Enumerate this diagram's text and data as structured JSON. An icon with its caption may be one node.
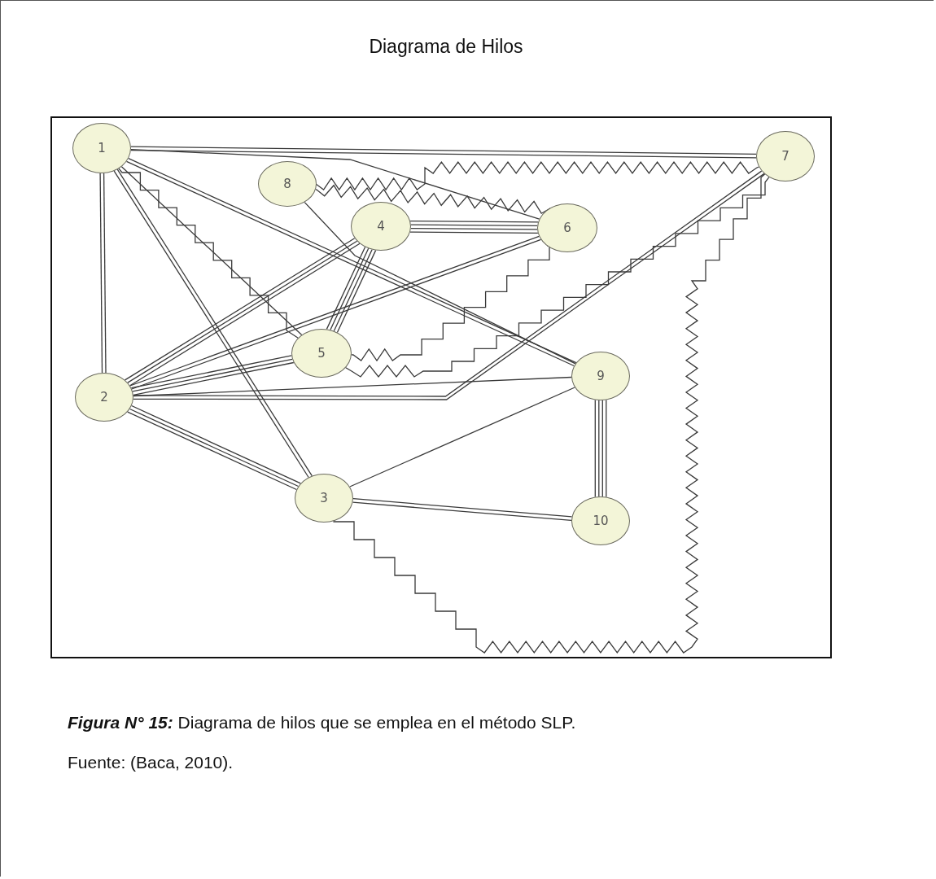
{
  "diagram": {
    "title": "Diagrama de Hilos",
    "caption": "**Figura N° 15:** Diagrama de hilos que se emplea en el método SLP.",
    "nodes": [
      {
        "text": [
          "1"
        ]
      },
      {
        "text": [
          "8"
        ]
      },
      {
        "text": [
          "4"
        ]
      },
      {
        "text": [
          "6"
        ]
      },
      {
        "text": [
          "7"
        ]
      },
      {
        "text": [
          "5"
        ]
      },
      {
        "text": [
          "9"
        ]
      },
      {
        "text": [
          "2"
        ]
      },
      {
        "text": [
          "3"
        ]
      },
      {
        "text": [
          "10"
        ]
      }
    ],
    "edges": [
      {
        "from": 0,
        "to": 4,
        "arrow": "none"
      },
      {
        "from": 0,
        "to": 4,
        "arrow": "none"
      },
      {
        "from": 0,
        "to": 3,
        "arrow": "none"
      },
      {
        "from": 0,
        "to": 7,
        "arrow": "none"
      },
      {
        "from": 0,
        "to": 7,
        "arrow": "none"
      },
      {
        "from": 0,
        "to": 8,
        "arrow": "none"
      },
      {
        "from": 0,
        "to": 8,
        "arrow": "none"
      },
      {
        "from": 0,
        "to": 5,
        "arrow": "none"
      },
      {
        "from": 0,
        "to": 6,
        "arrow": "none"
      },
      {
        "from": 0,
        "to": 6,
        "arrow": "none"
      },
      {
        "from": 0,
        "to": 5,
        "arrow": "none"
      },
      {
        "from": 1,
        "to": 4,
        "arrow": "none"
      },
      {
        "from": 1,
        "to": 3,
        "arrow": "none"
      },
      {
        "from": 1,
        "to": 6,
        "arrow": "none"
      },
      {
        "from": 2,
        "to": 3,
        "arrow": "none"
      },
      {
        "from": 2,
        "to": 3,
        "arrow": "none"
      },
      {
        "from": 2,
        "to": 3,
        "arrow": "none"
      },
      {
        "from": 2,
        "to": 3,
        "arrow": "none"
      },
      {
        "from": 2,
        "to": 5,
        "arrow": "none"
      },
      {
        "from": 2,
        "to": 5,
        "arrow": "none"
      },
      {
        "from": 2,
        "to": 5,
        "arrow": "none"
      },
      {
        "from": 2,
        "to": 5,
        "arrow": "none"
      },
      {
        "from": 7,
        "to": 2,
        "arrow": "none"
      },
      {
        "from": 7,
        "to": 2,
        "arrow": "none"
      },
      {
        "from": 7,
        "to": 2,
        "arrow": "none"
      },
      {
        "from": 7,
        "to": 3,
        "arrow": "none"
      },
      {
        "from": 7,
        "to": 3,
        "arrow": "none"
      },
      {
        "from": 7,
        "to": 5,
        "arrow": "none"
      },
      {
        "from": 7,
        "to": 5,
        "arrow": "none"
      },
      {
        "from": 7,
        "to": 5,
        "arrow": "none"
      },
      {
        "from": 7,
        "to": 6,
        "arrow": "none"
      },
      {
        "from": 7,
        "to": 4,
        "arrow": "none"
      },
      {
        "from": 7,
        "to": 4,
        "arrow": "none"
      },
      {
        "from": 7,
        "to": 8,
        "arrow": "none"
      },
      {
        "from": 7,
        "to": 8,
        "arrow": "none"
      },
      {
        "from": 7,
        "to": 8,
        "arrow": "none"
      },
      {
        "from": 8,
        "to": 6,
        "arrow": "none"
      },
      {
        "from": 8,
        "to": 9,
        "arrow": "none"
      },
      {
        "from": 8,
        "to": 9,
        "arrow": "none"
      },
      {
        "from": 6,
        "to": 9,
        "arrow": "none"
      },
      {
        "from": 6,
        "to": 9,
        "arrow": "none"
      },
      {
        "from": 6,
        "to": 9,
        "arrow": "none"
      },
      {
        "from": 6,
        "to": 9,
        "arrow": "none"
      },
      {
        "from": 8,
        "to": 4,
        "arrow": "none"
      },
      {
        "from": 5,
        "to": 3,
        "arrow": "none"
      },
      {
        "from": 5,
        "to": 4,
        "arrow": "none"
      }
    ],
    "labels": [
      "Fuente: (Baca, 2010)."
    ]
  }
}
